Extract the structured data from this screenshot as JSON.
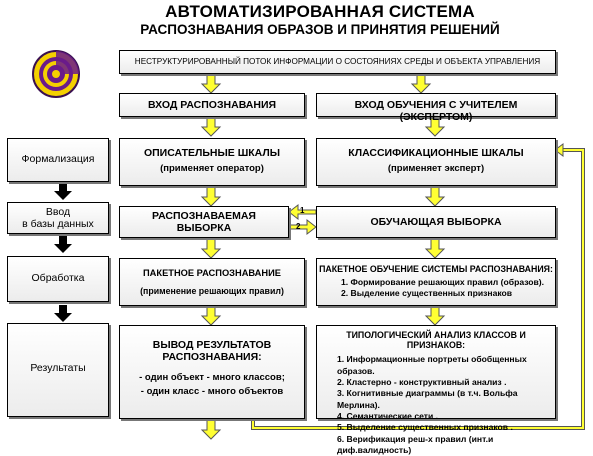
{
  "header": {
    "title_line1": "АВТОМАТИЗИРОВАННАЯ СИСТЕМА",
    "title_line2": "РАСПОЗНАВАНИЯ ОБРАЗОВ И ПРИНЯТИЯ РЕШЕНИЙ"
  },
  "top_box": "НЕСТРУКТУРИРОВАННЫЙ ПОТОК ИНФОРМАЦИИ О СОСТОЯНИЯХ СРЕДЫ И ОБЪЕКТА УПРАВЛЕНИЯ",
  "left_column": {
    "formalization": "Формализация",
    "input_line1": "Ввод",
    "input_line2": "в базы данных",
    "processing": "Обработка",
    "results": "Результаты"
  },
  "middle_column": {
    "recognition_input": "ВХОД РАСПОЗНАВАНИЯ",
    "descriptive_scales": "ОПИСАТЕЛЬНЫЕ ШКАЛЫ",
    "descriptive_scales_sub": "(применяет оператор)",
    "recognized_sample_line1": "РАСПОЗНАВАЕМАЯ",
    "recognized_sample_line2": "ВЫБОРКА",
    "batch_recognition": "ПАКЕТНОЕ РАСПОЗНАВАНИЕ",
    "batch_recognition_sub": "(применение решающих правил)",
    "output_line1": "ВЫВОД РЕЗУЛЬТАТОВ",
    "output_line2": "РАСПОЗНАВАНИЯ:",
    "output_item1": "- один объект - много классов;",
    "output_item2": "- один класс - много объектов"
  },
  "right_column": {
    "teacher_input": "ВХОД ОБУЧЕНИЯ С УЧИТЕЛЕМ (ЭКСПЕРТОМ)",
    "classification_scales": "КЛАССИФИКАЦИОННЫЕ ШКАЛЫ",
    "classification_scales_sub": "(применяет эксперт)",
    "training_sample": "ОБУЧАЮЩАЯ ВЫБОРКА",
    "batch_training": "ПАКЕТНОЕ ОБУЧЕНИЕ СИСТЕМЫ РАСПОЗНАВАНИЯ:",
    "batch_training_item1": "1. Формирование решающих правил (образов).",
    "batch_training_item2": "2. Выделение существенных признаков",
    "typology_title": "ТИПОЛОГИЧЕСКИЙ АНАЛИЗ КЛАССОВ И ПРИЗНАКОВ:",
    "typology_items": [
      "1. Информационные портреты обобщенных образов.",
      "2. Кластерно - конструктивный анализ .",
      "3. Когнитивные диаграммы (в т.ч. Вольфа Мерлина).",
      "4. Семантические сети .",
      "5. Выделение существенных признаков .",
      "6. Верификация реш-х правил (инт.и диф.валидность)"
    ]
  },
  "arrow_labels": [
    "1",
    "2"
  ],
  "colors": {
    "arrow_fill": "#ffff33",
    "arrow_stroke": "#555555",
    "logo_purple": "#6a1b8a",
    "logo_yellow": "#f4d000"
  }
}
